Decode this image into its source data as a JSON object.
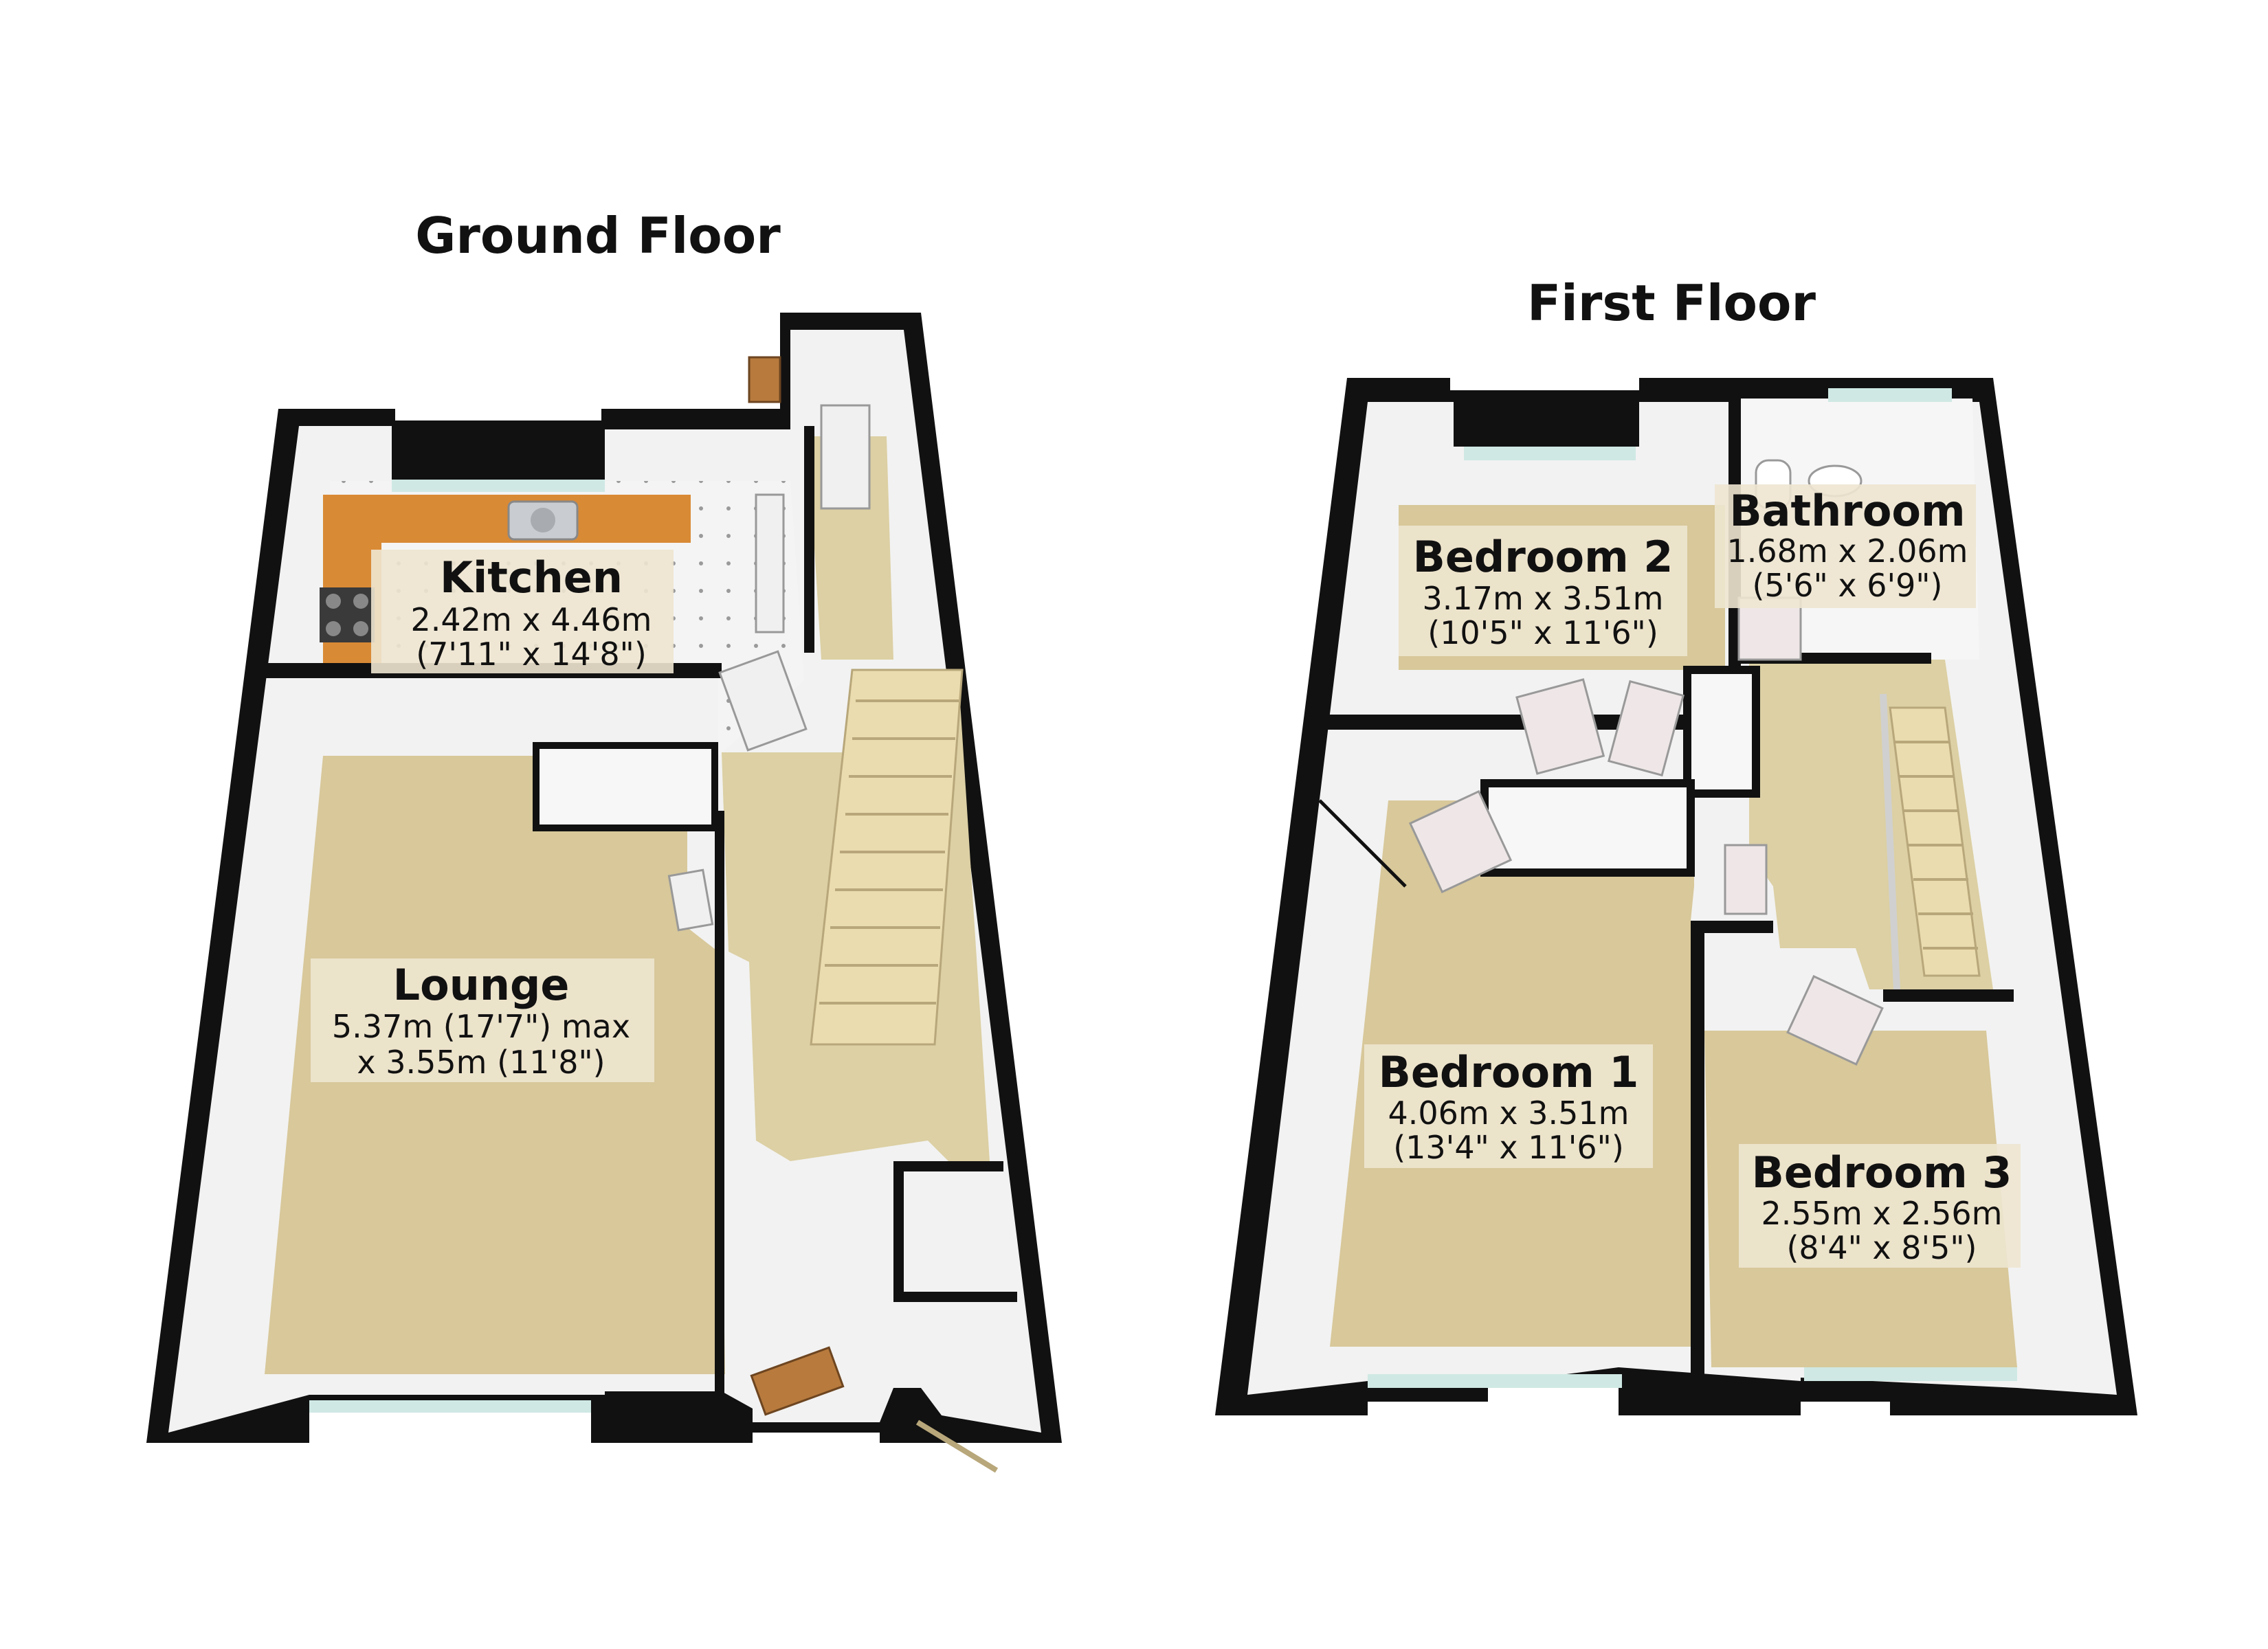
{
  "floors": {
    "ground": {
      "title": "Ground Floor",
      "rooms": {
        "kitchen": {
          "name": "Kitchen",
          "dim1": "2.42m x 4.46m",
          "dim2": "(7'11\" x 14'8\")"
        },
        "lounge": {
          "name": "Lounge",
          "dim1": "5.37m (17'7\") max",
          "dim2": "x 3.55m (11'8\")"
        }
      }
    },
    "first": {
      "title": "First Floor",
      "rooms": {
        "bedroom2": {
          "name": "Bedroom 2",
          "dim1": "3.17m x 3.51m",
          "dim2": "(10'5\" x 11'6\")"
        },
        "bathroom": {
          "name": "Bathroom",
          "dim1": "1.68m x 2.06m",
          "dim2": "(5'6\" x 6'9\")"
        },
        "bedroom1": {
          "name": "Bedroom 1",
          "dim1": "4.06m x 3.51m",
          "dim2": "(13'4\" x 11'6\")"
        },
        "bedroom3": {
          "name": "Bedroom 3",
          "dim1": "2.55m x 2.56m",
          "dim2": "(8'4\" x 8'5\")"
        }
      }
    }
  },
  "colors": {
    "wall": "#111111",
    "wall_inner": "#f2f2f2",
    "carpet": "#d8c89a",
    "worktop": "#d98a35",
    "hall_floor": "#dcd0a4",
    "window": "#cfe8e4",
    "stair": "#eadcae",
    "label_bg": "#eee6d0"
  }
}
